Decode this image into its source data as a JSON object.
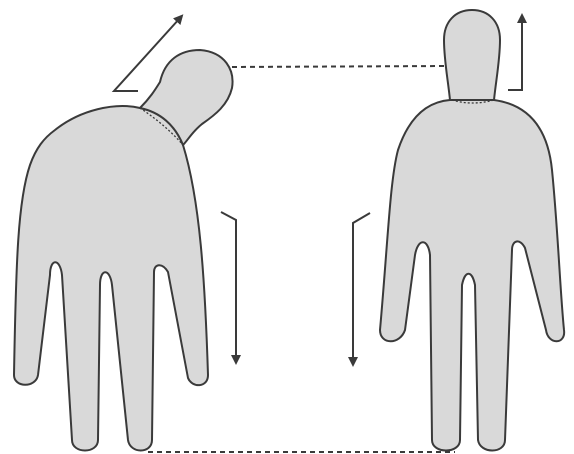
{
  "colors": {
    "background": "#ffffff",
    "figure_fill": "#d9d9d9",
    "stroke": "#3a3a3a"
  },
  "figures": [
    {
      "id": "figure-left",
      "pose": "head-tilted"
    },
    {
      "id": "figure-right",
      "pose": "head-upright"
    }
  ],
  "arrows": [
    {
      "id": "arrow-left-head",
      "direction": "up-right"
    },
    {
      "id": "arrow-left-body",
      "direction": "down"
    },
    {
      "id": "arrow-right-body",
      "direction": "down"
    },
    {
      "id": "arrow-right-head",
      "direction": "up"
    }
  ],
  "connectors": [
    {
      "id": "head-level-line",
      "style": "dashed"
    },
    {
      "id": "foot-level-line",
      "style": "dashed"
    }
  ]
}
